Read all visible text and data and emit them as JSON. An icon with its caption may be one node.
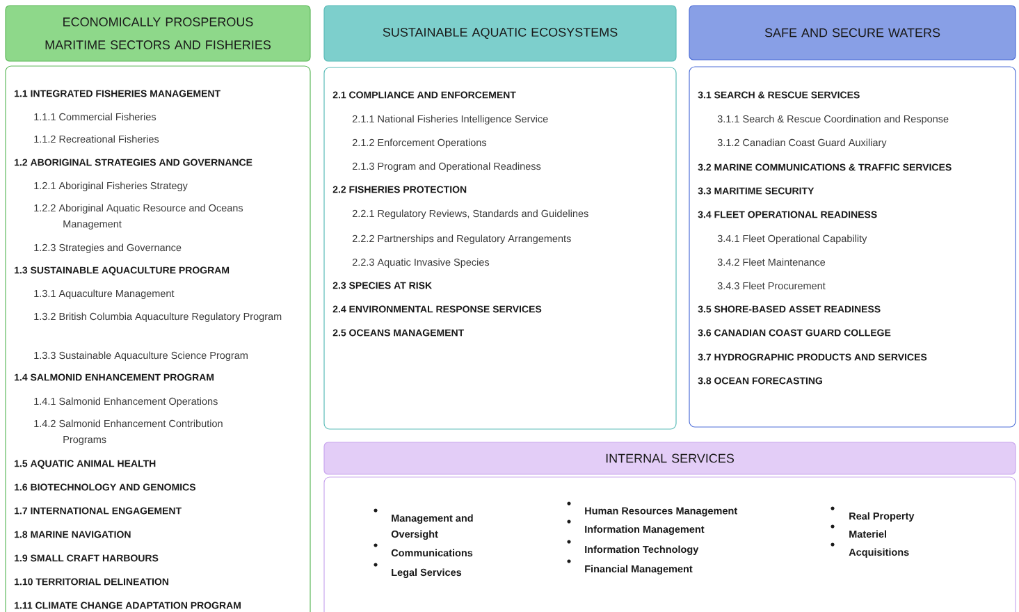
{
  "diagram": {
    "nodes": [
      {
        "text": [
          "ECONOMICALLY PROSPEROUS MARITIME SECTORS AND FISHERIES"
        ]
      },
      {
        "text": [
          "1.1 INTEGRATED FISHERIES MANAGEMENT",
          "1.1.1 Commercial Fisheries",
          "1.1.2 Recreational Fisheries",
          "1.2 ABORIGINAL STRATEGIES AND GOVERNANCE",
          "1.2.1 Aboriginal Fisheries Strategy",
          "1.2.2 Aboriginal Aquatic Resource and Oceans Management",
          "1.2.3 Strategies and Governance",
          "1.3 SUSTAINABLE AQUACULTURE PROGRAM",
          "1.3.1 Aquaculture Management",
          "1.3.2 British Columbia Aquaculture Regulatory Program",
          "1.3.3 Sustainable Aquaculture Science Program",
          "1.4 SALMONID ENHANCEMENT PROGRAM",
          "1.4.1 Salmonid Enhancement Operations",
          "1.4.2 Salmonid Enhancement Contribution Programs",
          "1.5 AQUATIC ANIMAL HEALTH",
          "1.6 BIOTECHNOLOGY AND GENOMICS",
          "1.7 INTERNATIONAL ENGAGEMENT",
          "1.8 MARINE NAVIGATION",
          "1.9 SMALL CRAFT HARBOURS",
          "1.10 TERRITORIAL DELINEATION",
          "1.11 CLIMATE CHANGE ADAPTATION PROGRAM"
        ]
      },
      {
        "text": [
          "SUSTAINABLE AQUATIC ECOSYSTEMS"
        ]
      },
      {
        "text": [
          "2.1 COMPLIANCE AND ENFORCEMENT",
          "2.1.1 National Fisheries Intelligence Service",
          "2.1.2 Enforcement Operations",
          "2.1.3 Program and Operational Readiness",
          "2.2 FISHERIES PROTECTION",
          "2.2.1 Regulatory Reviews, Standards and Guidelines",
          "2.2.2 Partnerships and Regulatory Arrangements",
          "2.2.3 Aquatic Invasive Species",
          "2.3 SPECIES AT RISK",
          "2.4 ENVIRONMENTAL RESPONSE SERVICES",
          "2.5 OCEANS MANAGEMENT"
        ]
      },
      {
        "text": [
          "SAFE AND SECURE WATERS"
        ]
      },
      {
        "text": [
          "3.1 SEARCH & RESCUE SERVICES",
          "3.1.1 Search & Rescue Coordination and Response",
          "3.1.2 Canadian Coast Guard Auxiliary",
          "3.2 MARINE COMMUNICATIONS & TRAFFIC SERVICES",
          "3.3 MARITIME SECURITY",
          "3.4 FLEET OPERATIONAL READINESS",
          "3.4.1 Fleet Operational Capability",
          "3.4.2 Fleet Maintenance",
          "3.4.3 Fleet Procurement",
          "3.5 SHORE-BASED ASSET READINESS",
          "3.6 CANADIAN COAST GUARD COLLEGE",
          "3.7 HYDROGRAPHIC PRODUCTS AND SERVICES",
          "3.8 OCEAN FORECASTING"
        ]
      },
      {
        "text": [
          "INTERNAL SERVICES"
        ]
      },
      {
        "text": [
          "Management and Oversight",
          "Communications",
          "Legal Services",
          "Human Resources Management",
          "Information Management",
          "Information Technology",
          "Financial Management",
          "Real Property",
          "Materiel",
          "Acquisitions"
        ]
      }
    ]
  }
}
